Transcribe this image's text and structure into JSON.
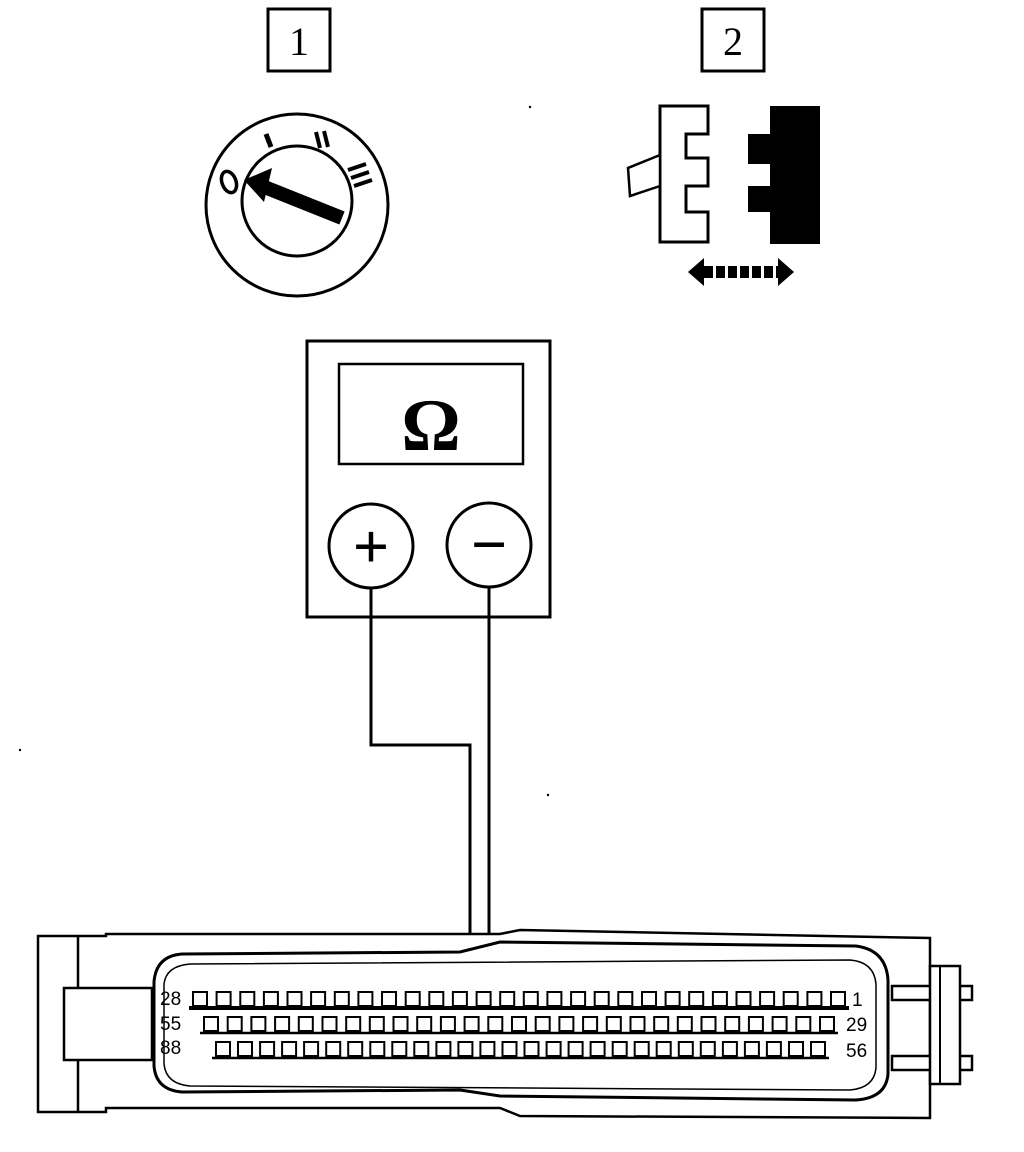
{
  "steps": [
    {
      "label": "1",
      "icon": "ignition-switch-icon",
      "positions": [
        "O",
        "I",
        "II",
        "III"
      ]
    },
    {
      "label": "2",
      "icon": "connector-disconnect-icon"
    }
  ],
  "meter": {
    "symbol": "Ω",
    "positive_label": "+",
    "negative_label": "−"
  },
  "ecu_connector": {
    "rows": [
      {
        "left_pin": "28",
        "right_pin": "1",
        "count": 28
      },
      {
        "left_pin": "55",
        "right_pin": "29",
        "count": 27
      },
      {
        "left_pin": "88",
        "right_pin": "56",
        "count": 28
      }
    ]
  }
}
